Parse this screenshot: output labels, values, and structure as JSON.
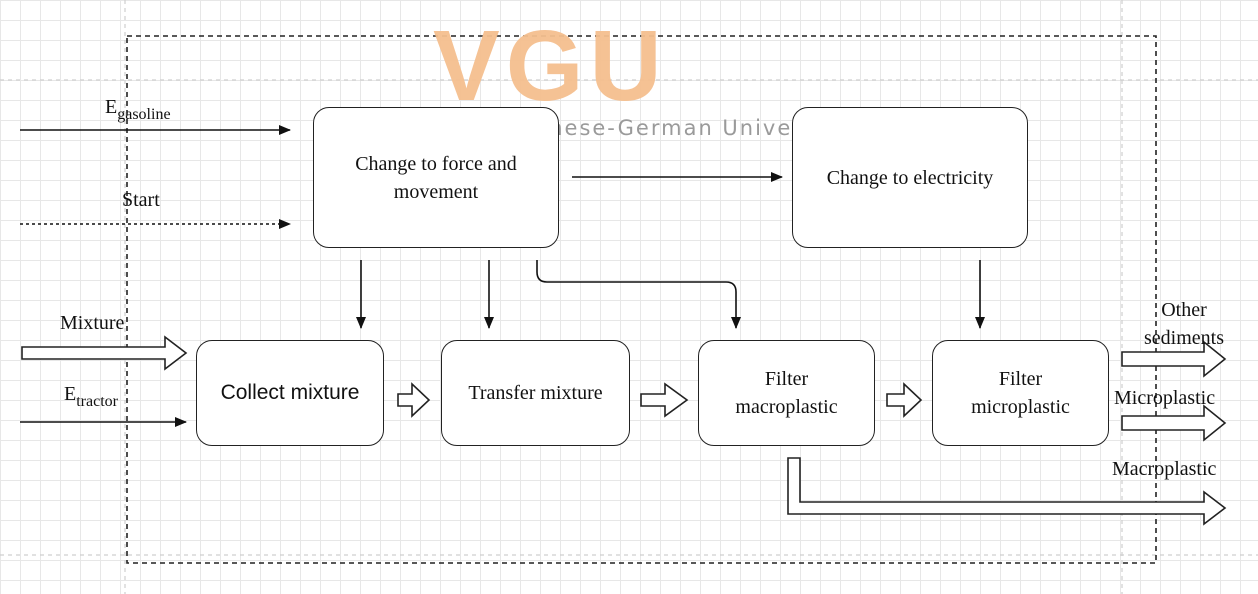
{
  "watermark": {
    "logo": "VGU",
    "subtitle": "Vietnamese-German University"
  },
  "inputs": {
    "e_gasoline": {
      "symbol": "E",
      "subscript": "gasoline"
    },
    "start": "Start",
    "mixture": "Mixture",
    "e_tractor": {
      "symbol": "E",
      "subscript": "tractor"
    }
  },
  "functions": {
    "force_movement": "Change to force and movement",
    "electricity": "Change to electricity",
    "collect": "Collect mixture",
    "transfer": "Transfer mixture",
    "filter_macro": "Filter macroplastic",
    "filter_micro": "Filter microplastic"
  },
  "outputs": {
    "other_sediments": "Other sediments",
    "microplastic": "Microplastic",
    "macroplastic": "Macroplastic"
  }
}
